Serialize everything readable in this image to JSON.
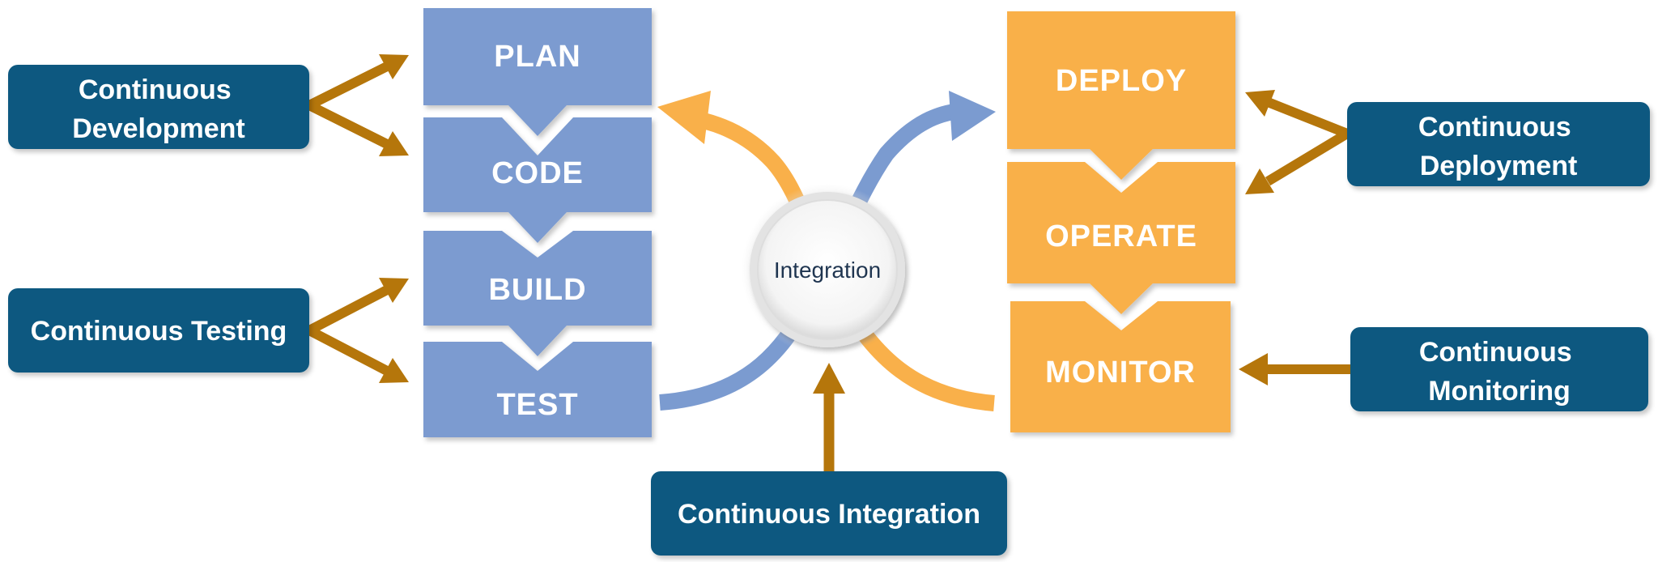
{
  "colors": {
    "blue_stage": "#7b9bd0",
    "orange_stage": "#f9b04a",
    "practice_box": "#0d5980",
    "connector_arrow": "#b5760b",
    "flow_blue": "#7b9bd0",
    "flow_orange": "#f9b04a"
  },
  "stages": {
    "plan": "PLAN",
    "code": "CODE",
    "build": "BUILD",
    "test": "TEST",
    "deploy": "DEPLOY",
    "operate": "OPERATE",
    "monitor": "MONITOR"
  },
  "center": {
    "label": "Integration"
  },
  "practices": {
    "development": [
      "Continuous",
      "Development"
    ],
    "testing": "Continuous Testing",
    "deployment": [
      "Continuous",
      "Deployment"
    ],
    "monitoring": [
      "Continuous",
      "Monitoring"
    ],
    "integration": "Continuous Integration"
  }
}
